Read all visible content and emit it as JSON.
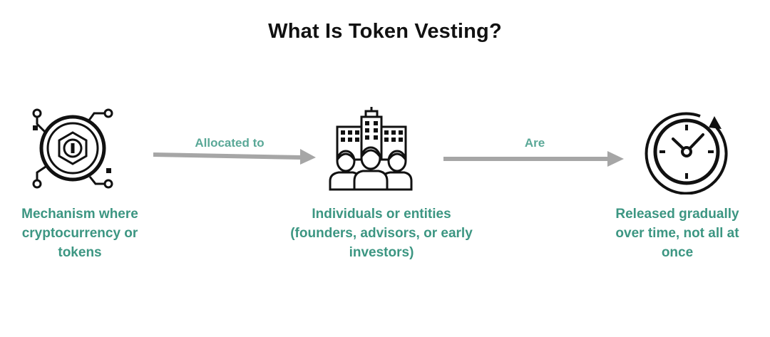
{
  "title": "What Is Token Vesting?",
  "colors": {
    "label_teal": "#3c9682",
    "edge_label_teal": "#5aa897",
    "arrow_gray": "#a6a6a6",
    "icon_black": "#111111"
  },
  "nodes": [
    {
      "icon": "crypto-token-circuit-icon",
      "lines": [
        "Mechanism where",
        "cryptocurrency or",
        "tokens"
      ]
    },
    {
      "icon": "people-buildings-icon",
      "lines": [
        "Individuals or entities",
        "(founders, advisors, or early",
        "investors)"
      ]
    },
    {
      "icon": "clock-cycle-icon",
      "lines": [
        "Released gradually",
        "over time, not all at",
        "once"
      ]
    }
  ],
  "edges": [
    {
      "from": 0,
      "to": 1,
      "label": "Allocated to"
    },
    {
      "from": 1,
      "to": 2,
      "label": "Are"
    }
  ]
}
